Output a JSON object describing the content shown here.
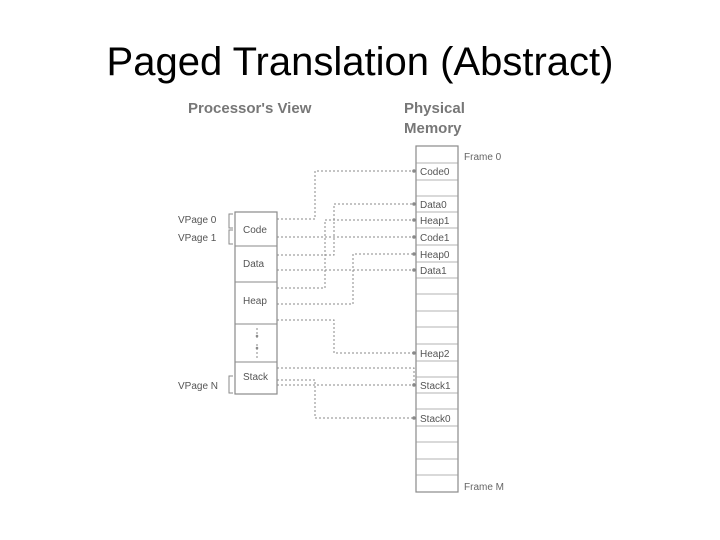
{
  "title": "Paged Translation (Abstract)",
  "processor_heading": "Processor's View",
  "physical_heading": [
    "Physical",
    "Memory"
  ],
  "virtual_segments": [
    "Code",
    "Data",
    "Heap",
    "Stack"
  ],
  "vpage_labels": [
    "VPage 0",
    "VPage 1",
    "VPage N"
  ],
  "frame_labels": [
    "Frame 0",
    "Frame M"
  ],
  "physical_frames": [
    "Code0",
    "Data0",
    "Heap1",
    "Code1",
    "Heap0",
    "Data1",
    "Heap2",
    "Stack1",
    "Stack0"
  ],
  "colors": {
    "line": "#8a8a8a",
    "text": "#555555",
    "title": "#000000"
  }
}
